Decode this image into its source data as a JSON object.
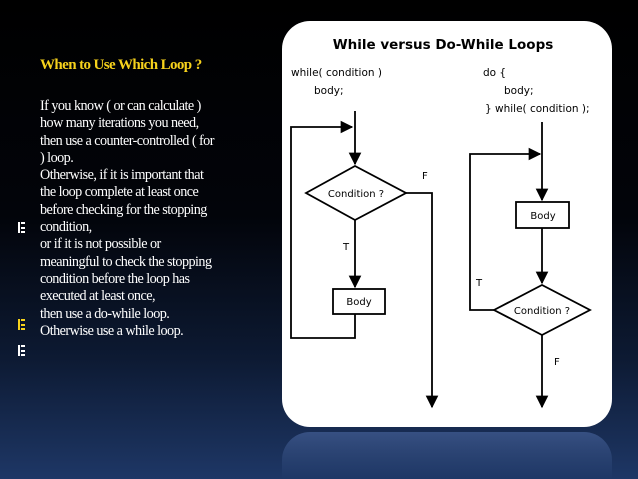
{
  "slide": {
    "heading": "When to Use Which Loop ?",
    "lines": [
      "If you know ( or can calculate )",
      "how many iterations you need,",
      "then use a counter-controlled ( for",
      ") loop.",
      "Otherwise, if it is important that",
      "the loop complete at least once",
      "before checking for the stopping",
      "condition,",
      "or if it is not possible or",
      "meaningful to check the stopping",
      "condition before the loop has",
      "executed at least once,",
      "then use a do-while loop.",
      "Otherwise use a while loop."
    ]
  },
  "diagram": {
    "title": "While versus Do-While Loops",
    "while_code_1": "while( condition )",
    "while_code_2": "body;",
    "do_code_1": "do {",
    "do_code_2": "body;",
    "do_code_3": "} while( condition );",
    "while_condition": "Condition ?",
    "while_body": "Body",
    "while_true": "T",
    "while_false": "F",
    "do_body": "Body",
    "do_condition": "Condition ?",
    "do_true": "T",
    "do_false": "F"
  },
  "colors": {
    "heading": "#f7d21c",
    "text": "#ffffff",
    "panel": "#ffffff",
    "ink": "#000000"
  }
}
